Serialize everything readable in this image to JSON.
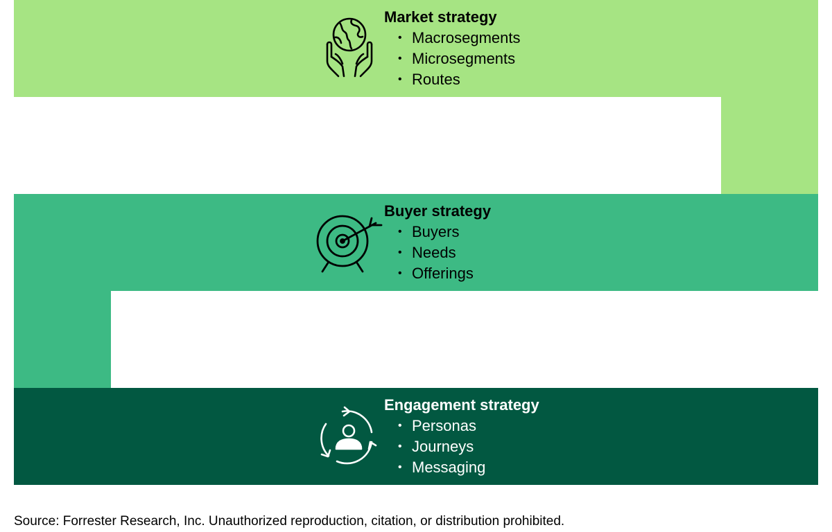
{
  "tiers": [
    {
      "title": "Market strategy",
      "icon": "hands-globe-icon",
      "color": "#a6e483",
      "text_color": "#000000",
      "items": [
        "Macrosegments",
        "Microsegments",
        "Routes"
      ]
    },
    {
      "title": "Buyer strategy",
      "icon": "target-arrow-icon",
      "color": "#3dba84",
      "text_color": "#000000",
      "items": [
        "Buyers",
        "Needs",
        "Offerings"
      ]
    },
    {
      "title": "Engagement strategy",
      "icon": "person-cycle-icon",
      "color": "#025841",
      "text_color": "#ffffff",
      "items": [
        "Personas",
        "Journeys",
        "Messaging"
      ]
    }
  ],
  "bullet_glyph": "•",
  "source": "Source: Forrester Research, Inc. Unauthorized reproduction, citation, or distribution prohibited."
}
